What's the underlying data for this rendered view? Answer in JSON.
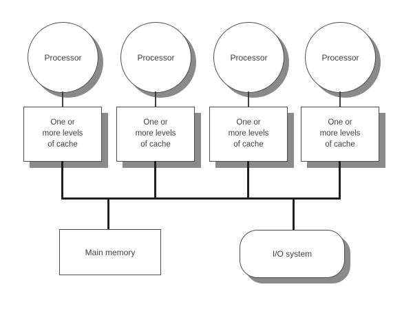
{
  "diagram": {
    "description": "Shared-bus multiprocessor architecture",
    "columns": [
      {
        "processor_label": "Processor",
        "cache_label": "One or\nmore levels\nof cache"
      },
      {
        "processor_label": "Processor",
        "cache_label": "One or\nmore levels\nof cache"
      },
      {
        "processor_label": "Processor",
        "cache_label": "One or\nmore levels\nof cache"
      },
      {
        "processor_label": "Processor",
        "cache_label": "One or\nmore levels\nof cache"
      }
    ],
    "main_memory": {
      "label": "Main memory"
    },
    "io_system": {
      "label": "I/O system"
    },
    "colors": {
      "background": "#ffffff",
      "node_fill": "#ffffff",
      "node_border": "#4d4d4d",
      "shadow": "#8a8a8a",
      "bus_line": "#1f1f1f",
      "text": "#3d3d3d"
    }
  }
}
